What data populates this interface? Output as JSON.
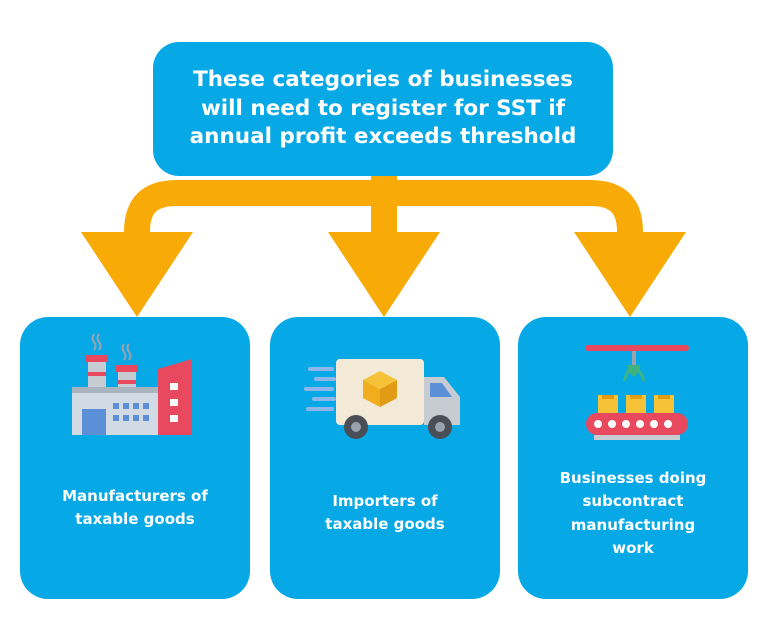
{
  "header": {
    "text": "These categories of businesses will need to register for SST if annual profit exceeds threshold"
  },
  "cards": [
    {
      "label": "Manufacturers of\ntaxable goods",
      "icon": "factory-icon"
    },
    {
      "label": "Importers of\ntaxable goods",
      "icon": "delivery-truck-icon"
    },
    {
      "label": "Businesses doing\nsubcontract\nmanufacturing\nwork",
      "icon": "conveyor-belt-icon"
    }
  ],
  "colors": {
    "box": "#07a8e6",
    "connector": "#f8ab06",
    "text": "#ffffff"
  }
}
